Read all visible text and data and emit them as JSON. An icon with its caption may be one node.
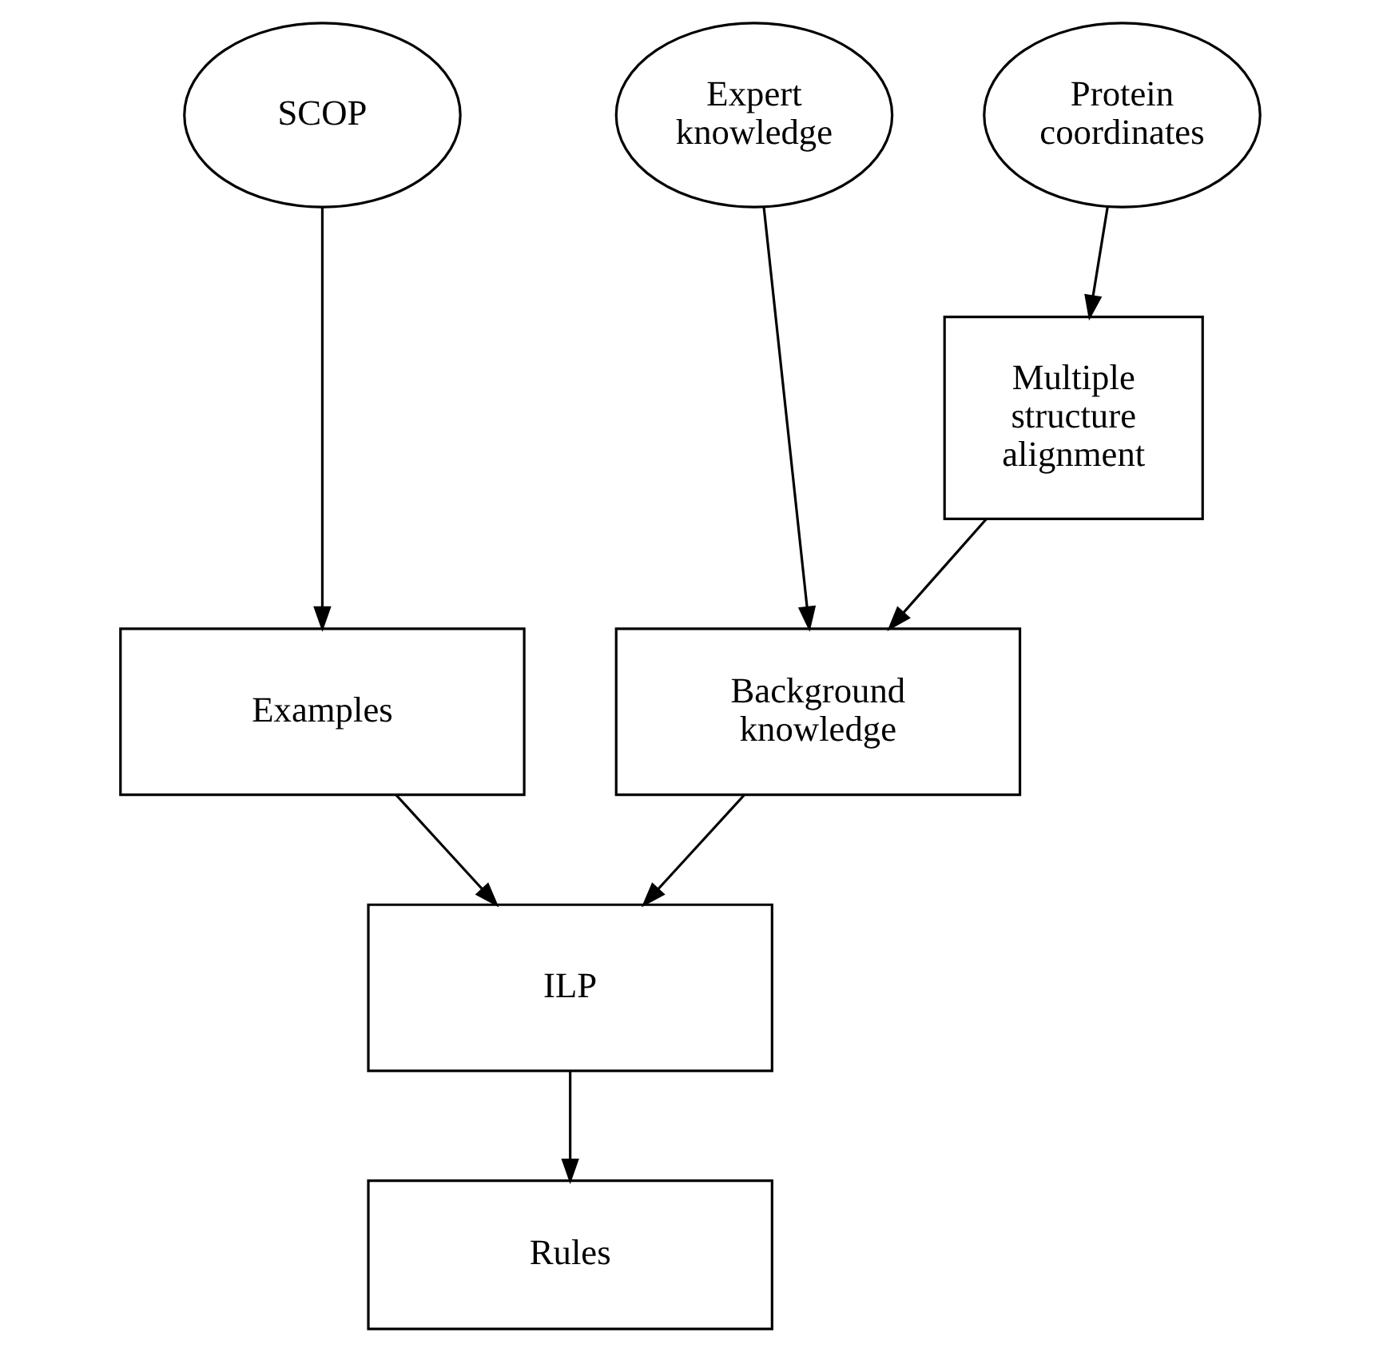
{
  "diagram": {
    "nodes": [
      {
        "text": [
          "SCOP"
        ]
      },
      {
        "text": [
          "Expert knowledge"
        ]
      },
      {
        "text": [
          "Protein coordinates"
        ]
      },
      {
        "text": [
          "Multiple structure alignment"
        ]
      },
      {
        "text": [
          "Examples"
        ]
      },
      {
        "text": [
          "Background knowledge"
        ]
      },
      {
        "text": [
          "ILP"
        ]
      },
      {
        "text": [
          "Rules"
        ]
      }
    ],
    "edges": [
      {
        "from": 0,
        "to": 4,
        "arrow": "to"
      },
      {
        "from": 1,
        "to": 5,
        "arrow": "to"
      },
      {
        "from": 2,
        "to": 3,
        "arrow": "to"
      },
      {
        "from": 3,
        "to": 5,
        "arrow": "to"
      },
      {
        "from": 4,
        "to": 6,
        "arrow": "to"
      },
      {
        "from": 5,
        "to": 6,
        "arrow": "to"
      },
      {
        "from": 6,
        "to": 7,
        "arrow": "to"
      }
    ]
  }
}
